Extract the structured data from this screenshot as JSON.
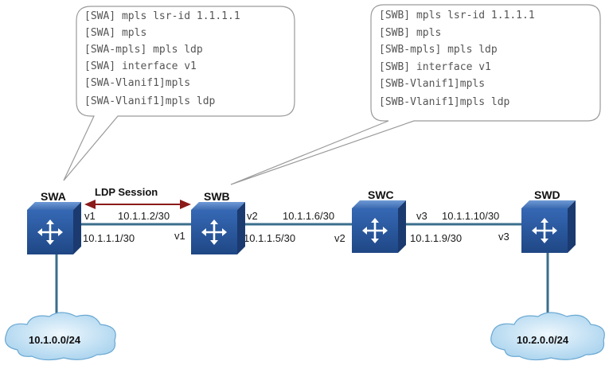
{
  "callouts": {
    "swa": {
      "lines": [
        "[SWA] mpls lsr-id 1.1.1.1",
        "[SWA] mpls",
        "[SWA-mpls] mpls ldp",
        "[SWA] interface v1",
        "[SWA-Vlanif1]mpls",
        "[SWA-Vlanif1]mpls ldp"
      ]
    },
    "swb": {
      "lines": [
        "[SWB] mpls lsr-id 1.1.1.1",
        "[SWB] mpls",
        "[SWB-mpls] mpls ldp",
        "[SWB] interface v1",
        "[SWB-Vlanif1]mpls",
        "[SWB-Vlanif1]mpls ldp"
      ]
    }
  },
  "session_label": "LDP Session",
  "devices": {
    "swa": "SWA",
    "swb": "SWB",
    "swc": "SWC",
    "swd": "SWD"
  },
  "links": {
    "ab": {
      "left_if": "v1",
      "right_if": "v1",
      "top_ip": "10.1.1.2/30",
      "bottom_ip": "10.1.1.1/30"
    },
    "bc": {
      "left_if": "v2",
      "right_if": "v2",
      "top_ip": "10.1.1.6/30",
      "bottom_ip": "10.1.1.5/30"
    },
    "cd": {
      "left_if": "v3",
      "right_if": "v3",
      "top_ip": "10.1.1.10/30",
      "bottom_ip": "10.1.1.9/30"
    }
  },
  "networks": {
    "left": "10.1.0.0/24",
    "right": "10.2.0.0/24"
  },
  "colors": {
    "switch_face": "#2f5fa8",
    "switch_dark": "#1d3f78",
    "link": "#3b6e8c",
    "session_arrow": "#8b1a1a",
    "cloud": "#cfe6f4",
    "callout_border": "#9a9a9a"
  }
}
